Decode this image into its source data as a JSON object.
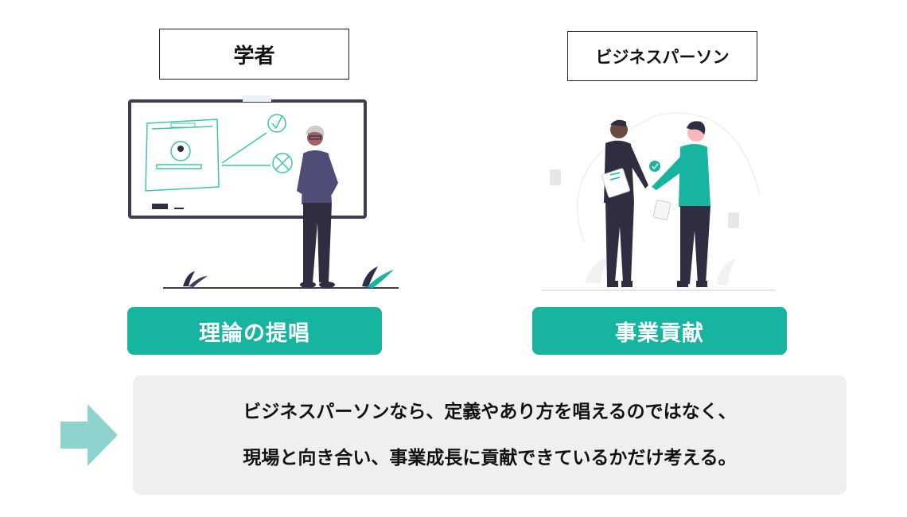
{
  "scholar": {
    "label": "学者",
    "result": "理論の提唱"
  },
  "business": {
    "label": "ビジネスパーソン",
    "result": "事業貢献"
  },
  "conclusion": {
    "line1": "ビジネスパーソンなら、定義やあり方を唱えるのではなく、",
    "line2": "現場と向き合い、事業成長に貢献できているかだけ考える。"
  },
  "colors": {
    "accent": "#17b59f",
    "arrow": "#8fd3cf",
    "panel": "#efefef",
    "figure_shirt": "#4f4d78",
    "figure_pants": "#2f2e41"
  },
  "icons": [
    "whiteboard-illustration",
    "handshake-illustration",
    "arrow-right-icon"
  ]
}
